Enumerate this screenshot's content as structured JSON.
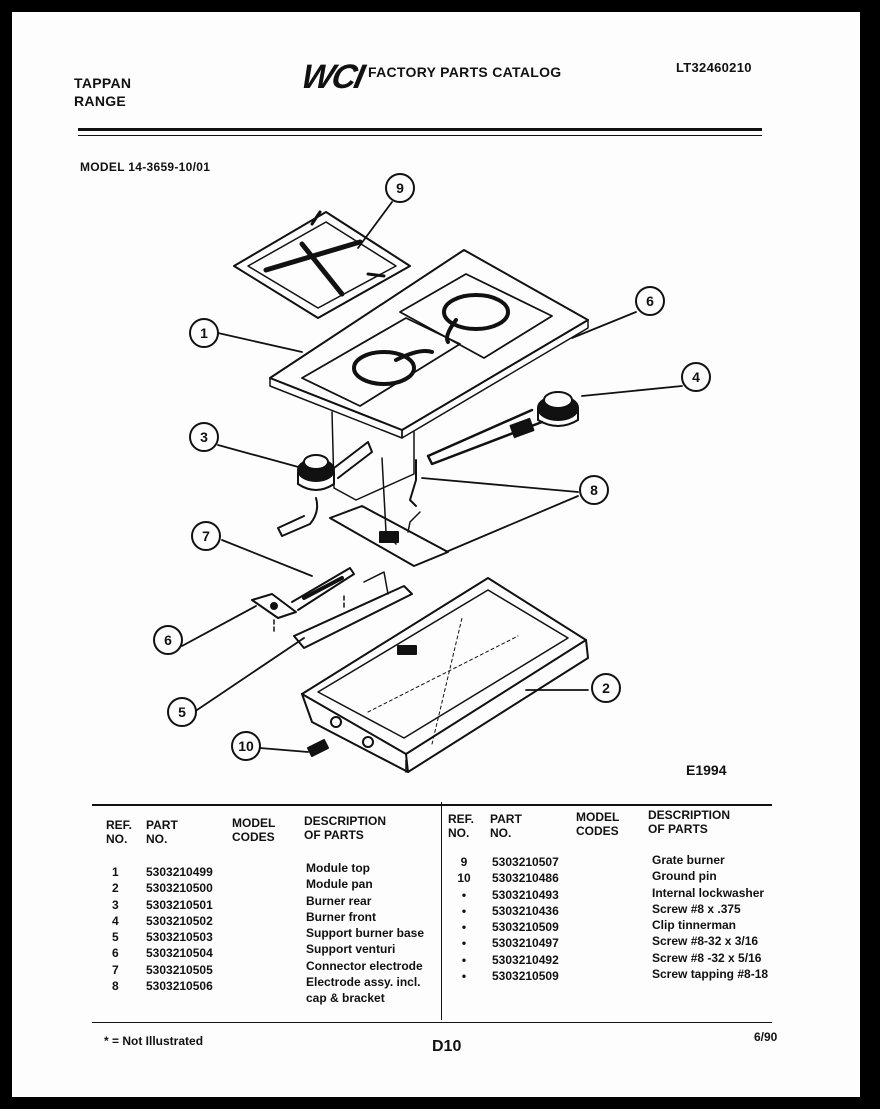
{
  "header": {
    "brand_line1": "TAPPAN",
    "brand_line2": "RANGE",
    "logo": "WCI",
    "catalog_title": "FACTORY PARTS CATALOG",
    "catalog_number": "LT32460210",
    "model_label": "MODEL 14-3659-10/01"
  },
  "diagram": {
    "code": "E1994",
    "callouts": [
      "9",
      "1",
      "6",
      "4",
      "3",
      "8",
      "7",
      "6",
      "5",
      "2",
      "10"
    ]
  },
  "table": {
    "headers": {
      "ref_no": "REF. NO.",
      "part_no": "PART NO.",
      "model_codes": "MODEL CODES",
      "description": "DESCRIPTION OF PARTS"
    },
    "left_rows": [
      {
        "ref": "1",
        "part": "5303210499",
        "desc": "Module top"
      },
      {
        "ref": "2",
        "part": "5303210500",
        "desc": "Module pan"
      },
      {
        "ref": "3",
        "part": "5303210501",
        "desc": "Burner rear"
      },
      {
        "ref": "4",
        "part": "5303210502",
        "desc": "Burner front"
      },
      {
        "ref": "5",
        "part": "5303210503",
        "desc": "Support burner base"
      },
      {
        "ref": "6",
        "part": "5303210504",
        "desc": "Support venturi"
      },
      {
        "ref": "7",
        "part": "5303210505",
        "desc": "Connector electrode"
      },
      {
        "ref": "8",
        "part": "5303210506",
        "desc": "Electrode assy. incl."
      },
      {
        "ref": "",
        "part": "",
        "desc": "cap & bracket"
      }
    ],
    "right_rows": [
      {
        "ref": "9",
        "part": "5303210507",
        "desc": "Grate burner"
      },
      {
        "ref": "10",
        "part": "5303210486",
        "desc": "Ground pin"
      },
      {
        "ref": "•",
        "part": "5303210493",
        "desc": "Internal lockwasher"
      },
      {
        "ref": "•",
        "part": "5303210436",
        "desc": "Screw #8 x .375"
      },
      {
        "ref": "•",
        "part": "5303210509",
        "desc": "Clip tinnerman"
      },
      {
        "ref": "•",
        "part": "5303210497",
        "desc": "Screw #8-32 x 3/16"
      },
      {
        "ref": "•",
        "part": "5303210492",
        "desc": "Screw #8 -32 x 5/16"
      },
      {
        "ref": "•",
        "part": "5303210509",
        "desc": "Screw tapping #8-18"
      }
    ]
  },
  "footer": {
    "note": "* = Not Illustrated",
    "page": "D10",
    "date": "6/90"
  }
}
